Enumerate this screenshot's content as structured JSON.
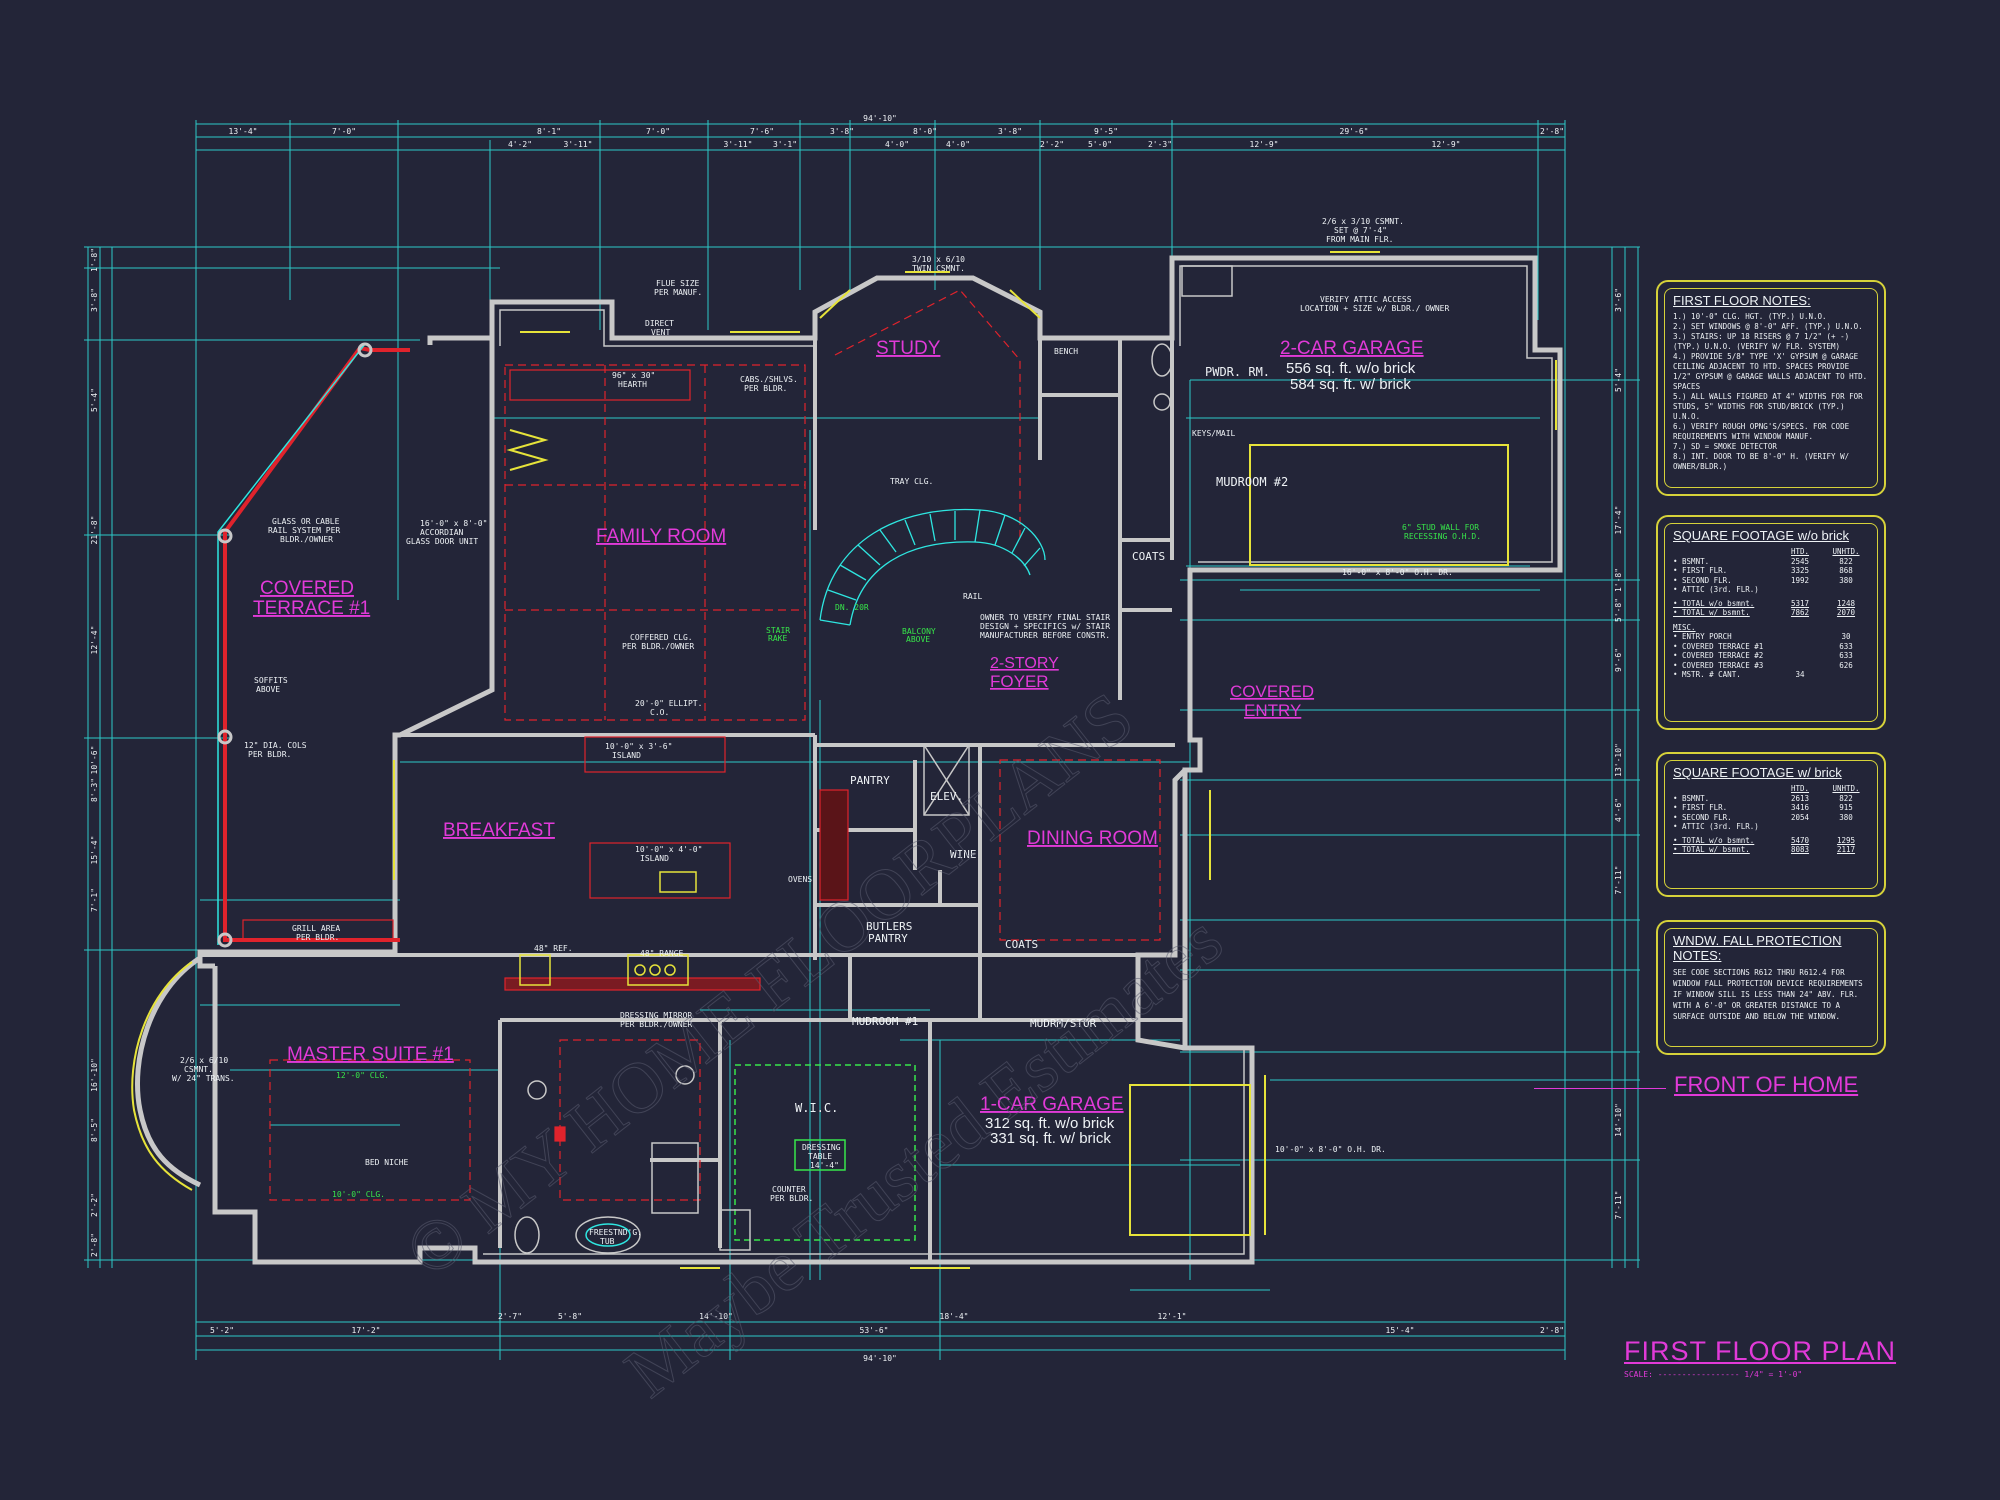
{
  "colors": {
    "background": "#232538",
    "dimension": "#2ee6e0",
    "wall": "#c8c8c8",
    "room_label": "#e13ad8",
    "ceiling": "#e0232c",
    "notes_border": "#d6d23a",
    "green_tag": "#37e64a",
    "yellow": "#e6e33a"
  },
  "rooms": {
    "covered_terrace": [
      "COVERED",
      "TERRACE #1"
    ],
    "family_room": "FAMILY ROOM",
    "study": "STUDY",
    "garage2": "2-CAR GARAGE",
    "garage2_sqft1": "556 sq. ft. w/o brick",
    "garage2_sqft2": "584 sq. ft. w/ brick",
    "pwdr": "PWDR. RM.",
    "mudroom2": "MUDROOM #2",
    "coats": "COATS",
    "foyer": [
      "2-STORY",
      "FOYER"
    ],
    "covered_entry": [
      "COVERED",
      "ENTRY"
    ],
    "breakfast": "BREAKFAST",
    "pantry": "PANTRY",
    "elev": "ELEV.",
    "wine": "WINE",
    "dining": "DINING ROOM",
    "butlers": [
      "BUTLERS",
      "PANTRY"
    ],
    "coats2": "COATS",
    "master": "MASTER SUITE #1",
    "mudroom1": "MUDROOM #1",
    "mudrm_stor": "MUDRM/STOR",
    "wic": "W.I.C.",
    "garage1": "1-CAR GARAGE",
    "garage1_sqft1": "312 sq. ft. w/o brick",
    "garage1_sqft2": "331 sq. ft. w/ brick"
  },
  "annotations": {
    "accordian": [
      "16'-0\" x 8'-0\"",
      "ACCORDIAN",
      "GLASS DOOR UNIT"
    ],
    "glass_rail": [
      "GLASS OR CABLE",
      "RAIL SYSTEM PER",
      "BLDR./OWNER"
    ],
    "coffered": [
      "COFFERED CLG.",
      "PER BLDR./OWNER"
    ],
    "hearth": [
      "96\" x 30\"",
      "HEARTH"
    ],
    "cabs": [
      "CABS./SHLVS.",
      "PER BLDR."
    ],
    "flue": [
      "FLUE SIZE",
      "PER MANUF."
    ],
    "direct_vent": [
      "DIRECT",
      "VENT"
    ],
    "stair_note": [
      "OWNER TO VERIFY FINAL STAIR",
      "DESIGN + SPECIFICS w/ STAIR",
      "MANUFACTURER BEFORE CONSTR."
    ],
    "tray": "TRAY CLG.",
    "ellipt": [
      "20'-0\" ELLIPT.",
      "C.O."
    ],
    "island": [
      "10'-0\" x 3'-6\"",
      "ISLAND"
    ],
    "island2": [
      "10'-0\" x 4'-0\"",
      "ISLAND"
    ],
    "grill": [
      "GRILL AREA",
      "PER BLDR."
    ],
    "range": "48\" RANGE",
    "ref": "48\" REF.",
    "ovens": "OVENS",
    "dressing_mirror": [
      "DRESSING MIRROR",
      "PER BLDR./OWNER"
    ],
    "bed_niche": "BED NICHE",
    "freestanding": [
      "FREESTND'G.",
      "TUB"
    ],
    "dressing_table": [
      "DRESSING",
      "TABLE",
      "14'-4\""
    ],
    "counter": [
      "COUNTER",
      "PER BLDR."
    ],
    "garage_door1": "16'-0\" x 8'-0\" O.H. DR.",
    "garage_door2": "10'-0\" x 8'-0\" O.H. DR.",
    "stud_wall": [
      "6\" STUD WALL FOR",
      "RECESSING O.H.D."
    ],
    "soffits": [
      "SOFFITS",
      "ABOVE"
    ],
    "dia_cols": [
      "12\" DIA. COLS",
      "PER BLDR."
    ],
    "attic": [
      "VERIFY ATTIC ACCESS",
      "LOCATION + SIZE w/ BLDR./ OWNER"
    ],
    "front_csmt": [
      "2/6 x 3/10 CSMNT.",
      "SET @ 7'-4\"",
      "FROM MAIN FLR."
    ],
    "keys_mail": "KEYS/MAIL",
    "bench": "BENCH",
    "balcony": [
      "BALCONY",
      "ABOVE"
    ],
    "rail": "RAIL",
    "stair_rake": [
      "STAIR",
      "RAKE"
    ],
    "dn": "DN. 20R",
    "master_clg": "10'-0\" CLG.",
    "master_clg2": "12'-0\" CLG.",
    "twin_csmt": [
      "3/10 x 6/10",
      "TWIN CSMNT."
    ],
    "transom": [
      "2/6 x 6/10",
      "CSMNT.",
      "W/ 24\" TRANS."
    ]
  },
  "dimensions": {
    "overall": "94'-10\"",
    "top_row": [
      "13'-4\"",
      "7'-0\"",
      "8'-1\"",
      "7'-0\"",
      "7'-6\"",
      "3'-8\"",
      "8'-0\"",
      "3'-8\"",
      "9'-5\"",
      "29'-6\"",
      "2'-8\""
    ],
    "top_row2": [
      "4'-2\"",
      "3'-11\"",
      "3'-11\"",
      "3'-1\"",
      "4'-0\"",
      "4'-0\"",
      "2'-2\"",
      "5'-0\"",
      "2'-3\"",
      "12'-9\"",
      "12'-9\""
    ],
    "bottom_row": [
      "5'-2\"",
      "17'-2\"",
      "53'-6\"",
      "15'-4\"",
      "2'-8\""
    ],
    "bottom_row2": [
      "2'-7\"",
      "5'-8\"",
      "14'-10\"",
      "18'-4\"",
      "12'-1\""
    ],
    "left_col": [
      "1'-8\"",
      "3'-8\"",
      "5'-4\"",
      "21'-8\"",
      "12'-4\"",
      "10'-6\"",
      "8'-3\"",
      "15'-4\"",
      "7'-1\"",
      "16'-10\"",
      "8'-5\"",
      "2'-2\"",
      "2'-8\""
    ],
    "right_col": [
      "3'-6\"",
      "5'-4\"",
      "17'-4\"",
      "1'-8\"",
      "5'-8\"",
      "9'-6\"",
      "13'-10\"",
      "4'-6\"",
      "7'-11\"",
      "14'-10\"",
      "7'-11\""
    ]
  },
  "notes": {
    "title": "FIRST FLOOR NOTES:",
    "items": [
      "1.) 10'-0\" CLG. HGT. (TYP.) U.N.O.",
      "2.) SET WINDOWS @ 8'-0\" AFF. (TYP.) U.N.O.",
      "3.) STAIRS: UP 18 RISERS @ 7 1/2\" (+ -) (TYP.) U.N.O. (VERIFY W/ FLR. SYSTEM)",
      "4.) PROVIDE 5/8\" TYPE 'X' GYPSUM @ GARAGE CEILING ADJACENT TO HTD. SPACES PROVIDE 1/2\" GYPSUM @ GARAGE WALLS ADJACENT TO HTD. SPACES",
      "5.) ALL WALLS FIGURED AT 4\" WIDTHS FOR FOR STUDS, 5\" WIDTHS FOR STUD/BRICK (TYP.) U.N.O.",
      "6.) VERIFY ROUGH OPNG'S/SPECS. FOR CODE REQUIREMENTS WITH WINDOW MANUF.",
      "7.) SD = SMOKE DETECTOR",
      "8.) INT. DOOR TO BE 8'-0\" H. (VERIFY W/ OWNER/BLDR.)"
    ]
  },
  "sqft_wo": {
    "title": "SQUARE FOOTAGE w/o brick",
    "headers": [
      "HTD.",
      "UNHTD."
    ],
    "rows": [
      [
        "BSMNT.",
        "2545",
        "822"
      ],
      [
        "FIRST FLR.",
        "3325",
        "868"
      ],
      [
        "SECOND FLR.",
        "1992",
        "380"
      ],
      [
        "ATTIC (3rd. FLR.)",
        "",
        ""
      ]
    ],
    "totals": [
      [
        "TOTAL w/o bsmnt.",
        "5317",
        "1248"
      ],
      [
        "TOTAL w/ bsmnt.",
        "7862",
        "2070"
      ]
    ],
    "misc_title": "MISC.",
    "misc": [
      [
        "ENTRY PORCH",
        "",
        "30"
      ],
      [
        "COVERED TERRACE #1",
        "",
        "633"
      ],
      [
        "COVERED TERRACE #2",
        "",
        "633"
      ],
      [
        "COVERED TERRACE #3",
        "",
        "626"
      ],
      [
        "MSTR. # CANT.",
        "34",
        ""
      ]
    ]
  },
  "sqft_w": {
    "title": "SQUARE FOOTAGE w/ brick",
    "headers": [
      "HTD.",
      "UNHTD."
    ],
    "rows": [
      [
        "BSMNT.",
        "2613",
        "822"
      ],
      [
        "FIRST FLR.",
        "3416",
        "915"
      ],
      [
        "SECOND FLR.",
        "2054",
        "380"
      ],
      [
        "ATTIC (3rd. FLR.)",
        "",
        ""
      ]
    ],
    "totals": [
      [
        "TOTAL w/o bsmnt.",
        "5470",
        "1295"
      ],
      [
        "TOTAL w/ bsmnt.",
        "8083",
        "2117"
      ]
    ]
  },
  "fall": {
    "title": "WNDW. FALL PROTECTION NOTES:",
    "text": "SEE CODE SECTIONS R612 THRU R612.4 FOR WINDOW FALL PROTECTION DEVICE REQUIREMENTS IF WINDOW SILL IS LESS THAN 24\" ABV. FLR. WITH A 6'-0\" OR GREATER DISTANCE TO A SURFACE OUTSIDE AND BELOW THE WINDOW."
  },
  "front_of_home": "FRONT OF HOME",
  "plan_title": "FIRST FLOOR PLAN",
  "scale": "SCALE: ----------------- 1/4\" = 1'-0\""
}
